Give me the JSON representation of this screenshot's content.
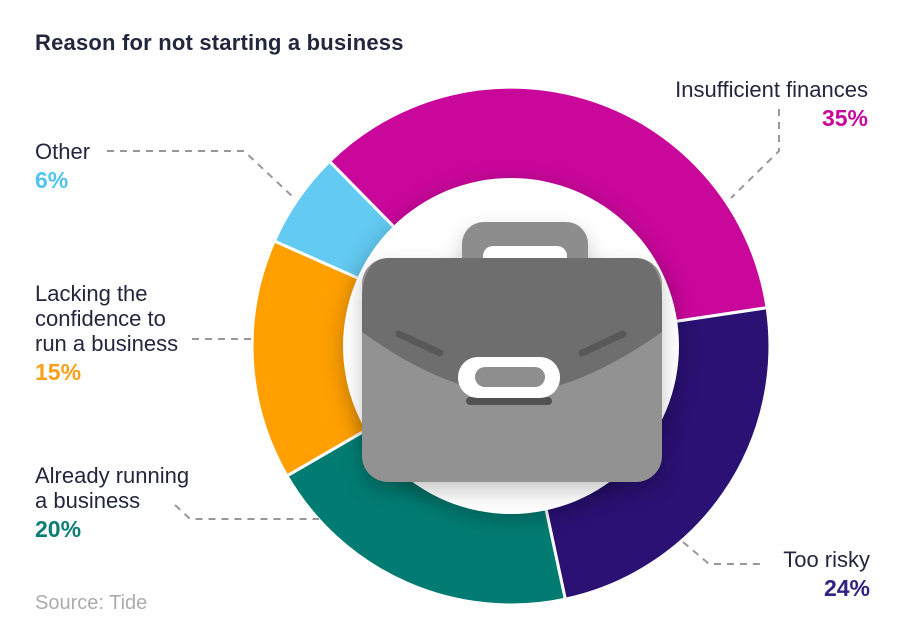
{
  "title": "Reason for not starting a business",
  "source": "Source: Tide",
  "icon": {
    "name": "briefcase-icon"
  },
  "slices": [
    {
      "id": "insufficient-finances",
      "label": "Insufficient finances",
      "pct": "35%",
      "value": 35,
      "color": "#C9079B",
      "text_color": "#C9079B"
    },
    {
      "id": "too-risky",
      "label": "Too risky",
      "pct": "24%",
      "value": 24,
      "color": "#2A1173",
      "text_color": "#32227F"
    },
    {
      "id": "already-running",
      "label": "Already running\na business",
      "pct": "20%",
      "value": 20,
      "color": "#027C72",
      "text_color": "#0B7E74"
    },
    {
      "id": "lacking-confidence",
      "label": "Lacking the\nconfidence to\nrun a business",
      "pct": "15%",
      "value": 15,
      "color": "#FFA000",
      "text_color": "#F9A01B"
    },
    {
      "id": "other",
      "label": "Other",
      "pct": "6%",
      "value": 6,
      "color": "#63CAF2",
      "text_color": "#4FC4F0"
    }
  ],
  "chart_data": {
    "type": "pie",
    "subtype": "donut",
    "title": "Reason for not starting a business",
    "categories": [
      "Insufficient finances",
      "Too risky",
      "Already running a business",
      "Lacking the confidence to run a business",
      "Other"
    ],
    "values": [
      35,
      24,
      20,
      15,
      6
    ],
    "unit": "%",
    "colors": [
      "#C9079B",
      "#2A1173",
      "#027C72",
      "#FFA000",
      "#63CAF2"
    ],
    "start_angle_deg": -44.5,
    "direction": "clockwise",
    "legend_position": "callout-labels",
    "center_icon": "briefcase",
    "source": "Source: Tide"
  }
}
